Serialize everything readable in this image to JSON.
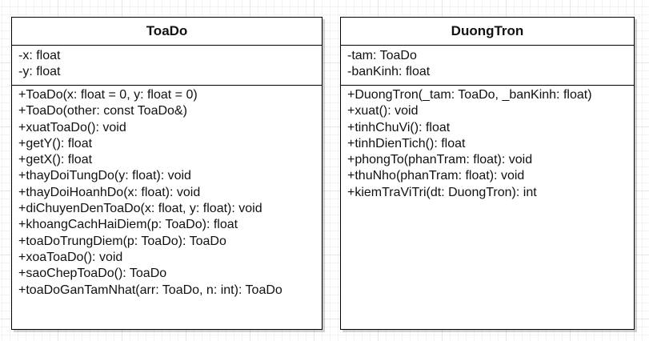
{
  "classes": [
    {
      "name": "ToaDo",
      "attributes": [
        "-x: float",
        "-y: float"
      ],
      "methods": [
        "+ToaDo(x: float = 0, y: float = 0)",
        "+ToaDo(other: const ToaDo&)",
        "+xuatToaDo(): void",
        "+getY(): float",
        "+getX(): float",
        "+thayDoiTungDo(y: float): void",
        "+thayDoiHoanhDo(x: float): void",
        "+diChuyenDenToaDo(x: float, y: float): void",
        "+khoangCachHaiDiem(p: ToaDo): float",
        "+toaDoTrungDiem(p: ToaDo): ToaDo",
        "+xoaToaDo(): void",
        "+saoChepToaDo(): ToaDo",
        "+toaDoGanTamNhat(arr: ToaDo, n: int): ToaDo"
      ]
    },
    {
      "name": "DuongTron",
      "attributes": [
        "-tam: ToaDo",
        "-banKinh: float"
      ],
      "methods": [
        "+DuongTron(_tam: ToaDo, _banKinh: float)",
        "+xuat(): void",
        "+tinhChuVi(): float",
        "+tinhDienTich(): float",
        "+phongTo(phanTram: float): void",
        "+thuNho(phanTram: float): void",
        "+kiemTraViTri(dt: DuongTron): int"
      ]
    }
  ]
}
